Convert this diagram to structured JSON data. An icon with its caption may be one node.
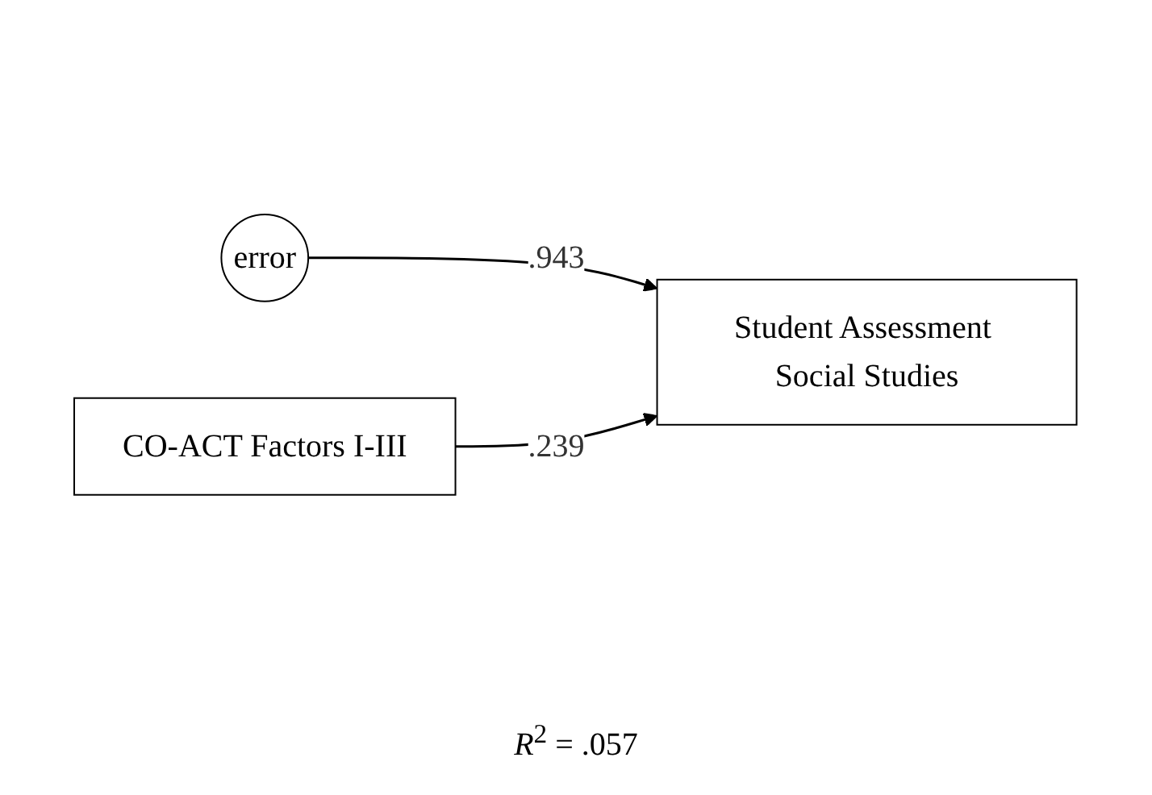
{
  "diagram": {
    "nodes": [
      {
        "text": [
          "error"
        ]
      },
      {
        "text": [
          "CO-ACT Factors I-III"
        ]
      },
      {
        "text": [
          "Student Assessment Social Studies"
        ]
      }
    ],
    "edges": [
      {
        "from": 0,
        "to": 2,
        "arrow": "to",
        "label": ".943"
      },
      {
        "from": 1,
        "to": 2,
        "arrow": "to",
        "label": ".239"
      }
    ],
    "labels": [
      "*R*$^{2}$ = .057"
    ]
  }
}
